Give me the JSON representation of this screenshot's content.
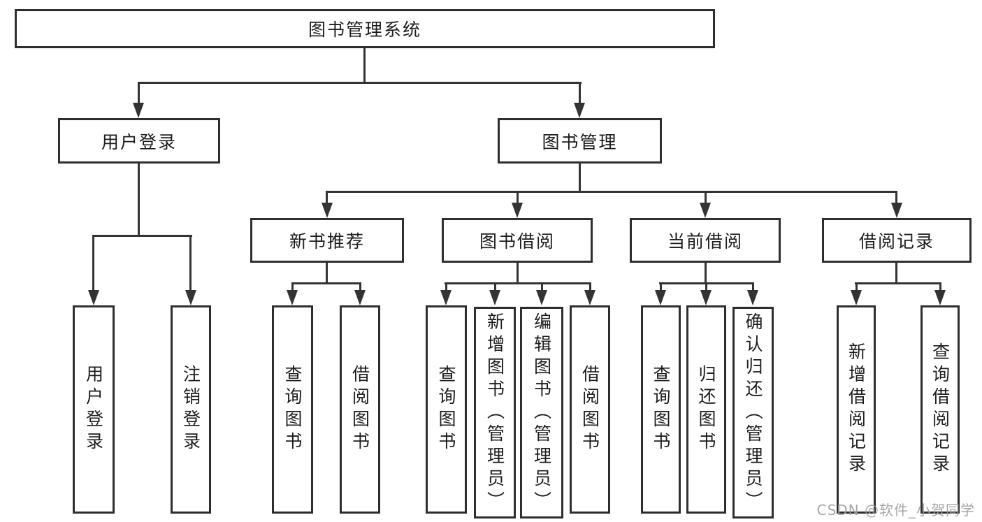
{
  "diagram_type": "functional-structure-tree",
  "colors": {
    "background": "#ffffff",
    "line": "#333333",
    "box_border": "#2e2e2e",
    "text": "#1d1d1f",
    "watermark": "#9e9e9e"
  },
  "tree": {
    "label": "图书管理系统",
    "children": [
      {
        "label": "用户登录",
        "children": [
          {
            "label": "用户登录"
          },
          {
            "label": "注销登录"
          }
        ]
      },
      {
        "label": "图书管理",
        "children": [
          {
            "label": "新书推荐",
            "children": [
              {
                "label": "查询图书"
              },
              {
                "label": "借阅图书"
              }
            ]
          },
          {
            "label": "图书借阅",
            "children": [
              {
                "label": "查询图书"
              },
              {
                "label": "新增图书（管理员）"
              },
              {
                "label": "编辑图书（管理员）"
              },
              {
                "label": "借阅图书"
              }
            ]
          },
          {
            "label": "当前借阅",
            "children": [
              {
                "label": "查询图书"
              },
              {
                "label": "归还图书"
              },
              {
                "label": "确认归还（管理员）"
              }
            ]
          },
          {
            "label": "借阅记录",
            "children": [
              {
                "label": "新增借阅记录"
              },
              {
                "label": "查询借阅记录"
              }
            ]
          }
        ]
      }
    ]
  },
  "watermark": {
    "text": "CSDN @软件_小贺同学"
  }
}
